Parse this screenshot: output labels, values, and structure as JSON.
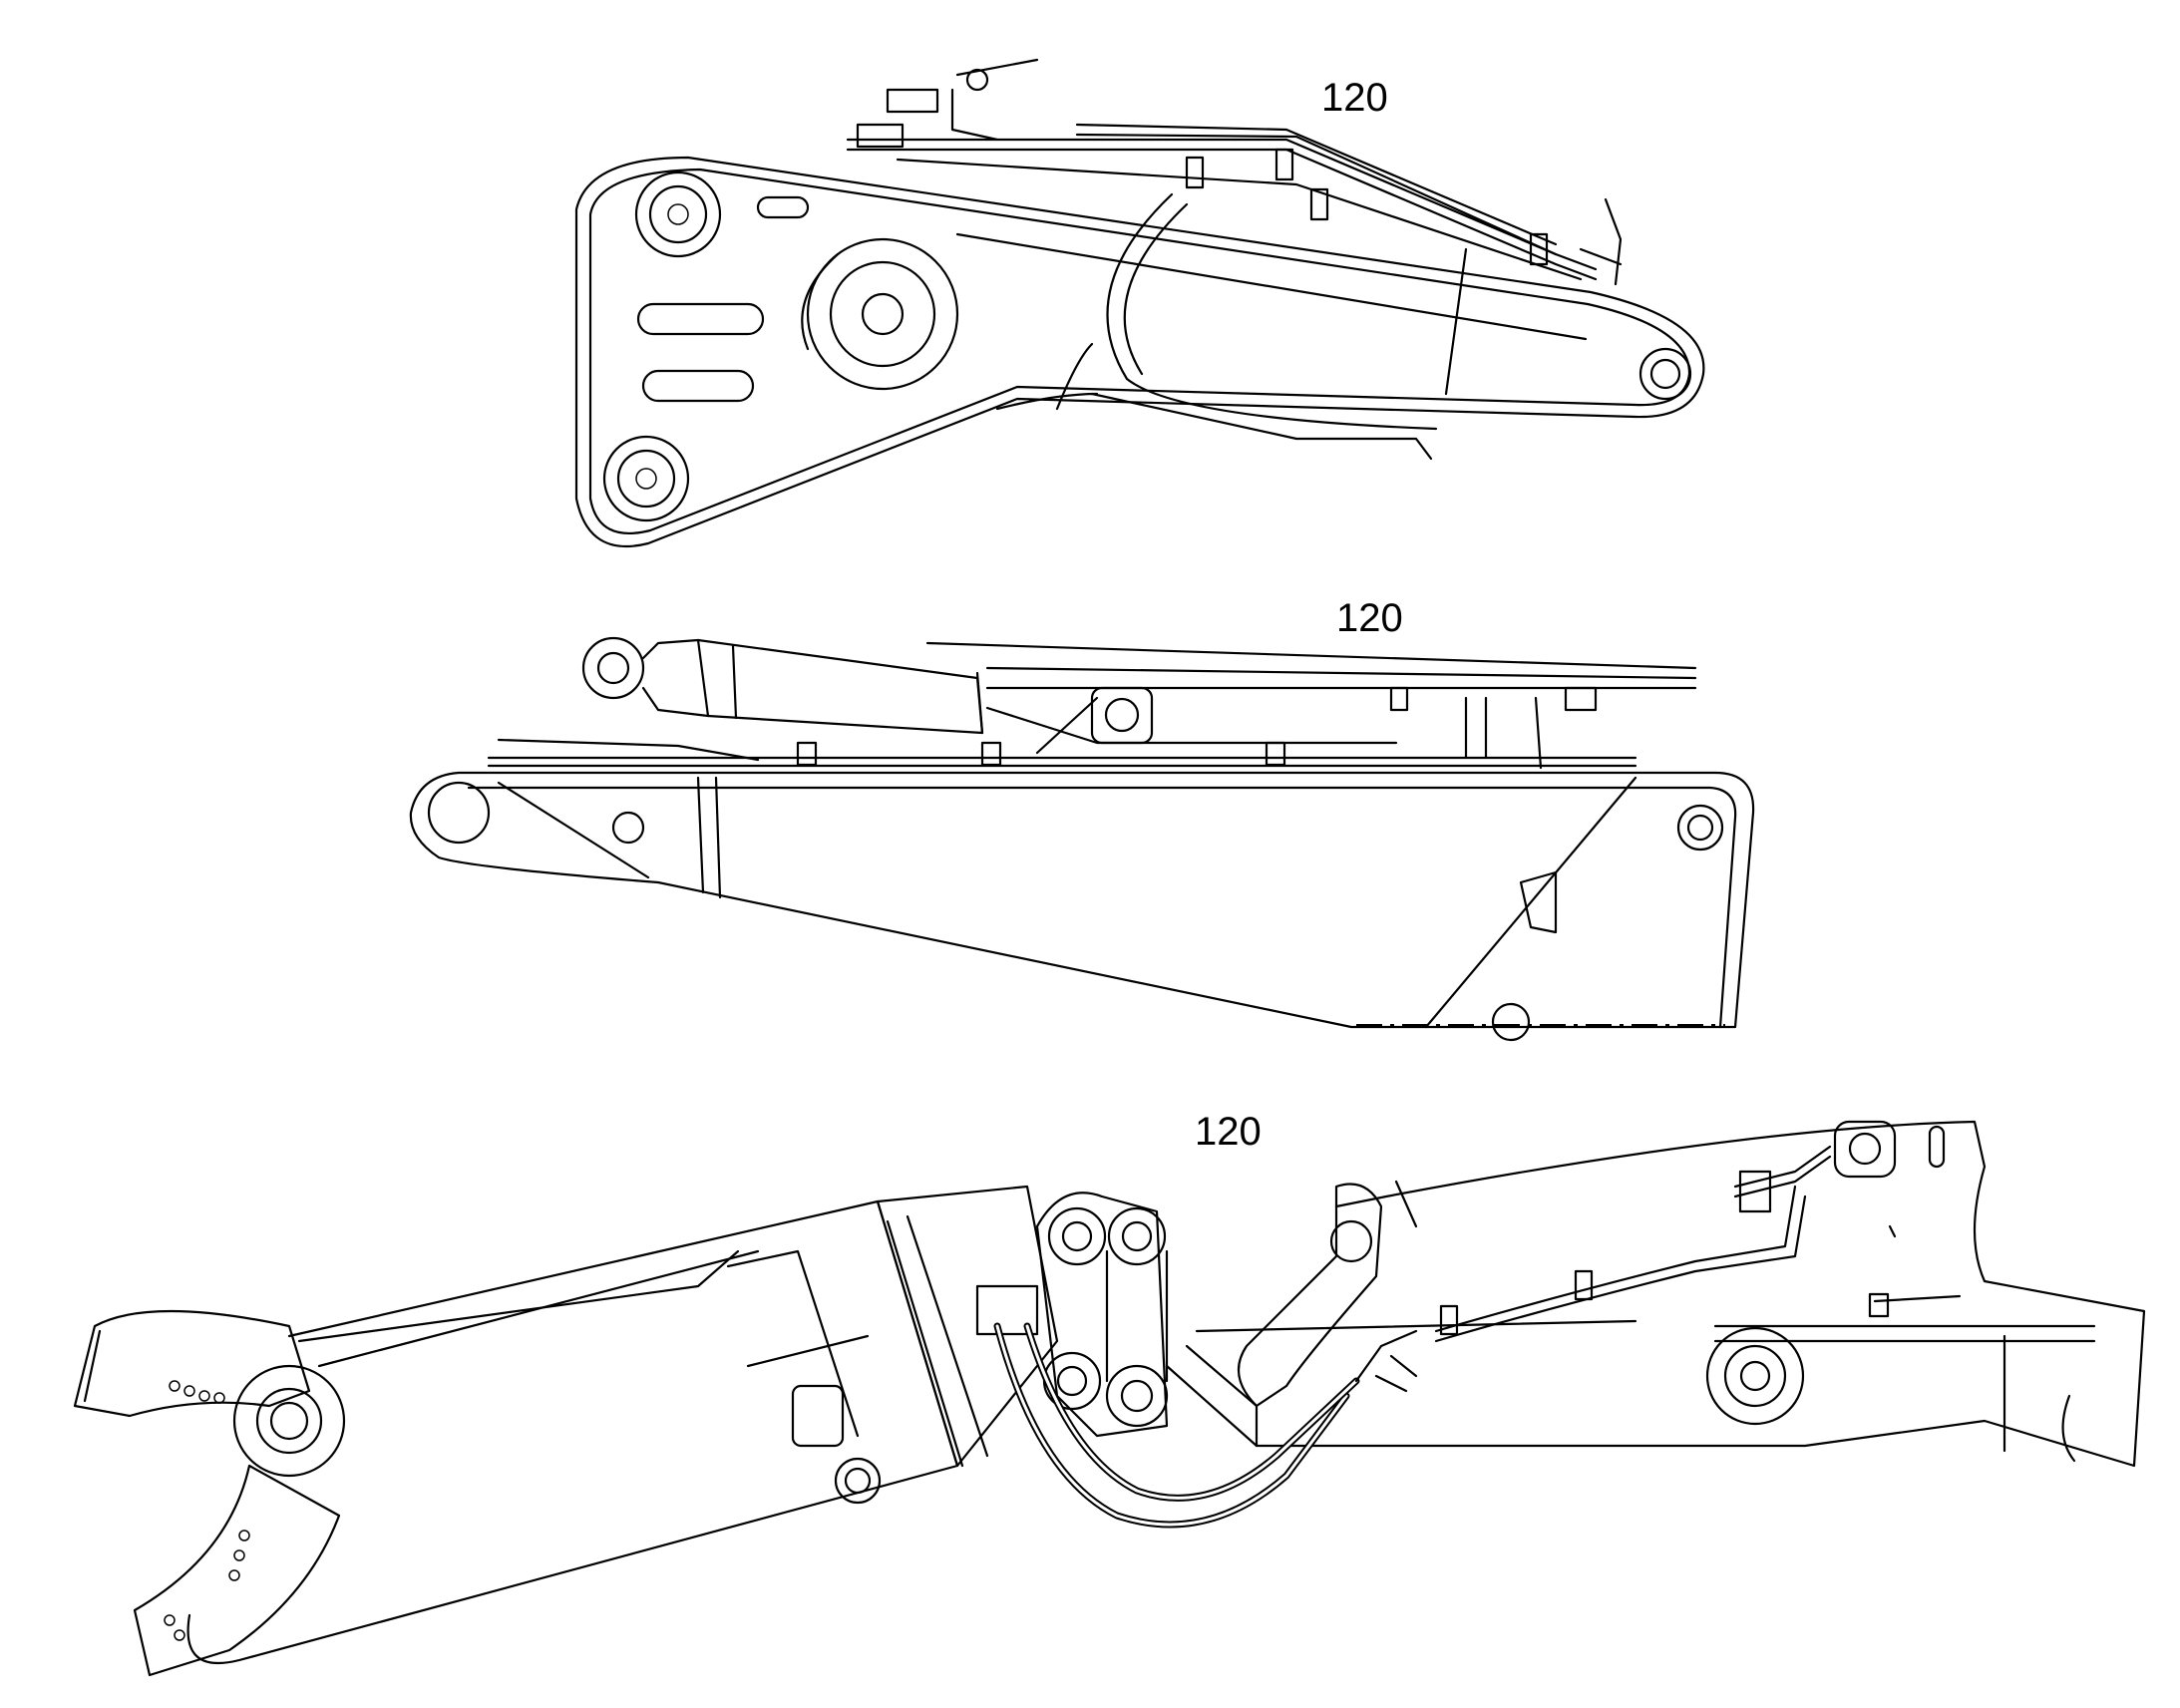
{
  "labels": {
    "top_view": "120",
    "middle_view": "120",
    "bottom_view": "120"
  },
  "colors": {
    "line": "#000000",
    "background": "#ffffff"
  }
}
